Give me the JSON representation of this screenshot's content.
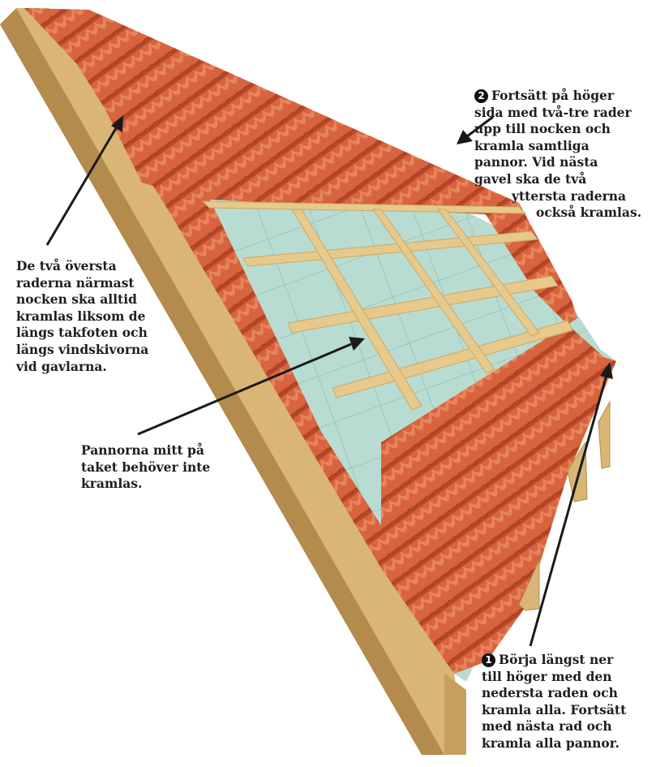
{
  "colors": {
    "tile": "#d7643e",
    "tile_dark": "#b9492a",
    "tile_light": "#e8845c",
    "batten": "#e6c98b",
    "batten_dark": "#c9a866",
    "underlay": "#b9dcd2",
    "wood_side": "#d9b676",
    "wood_dark": "#b38b4c",
    "arrow": "#1a1a1a"
  },
  "callouts": {
    "step2": {
      "number": "2",
      "lines": [
        "Fortsätt på höger",
        "sida med två-tre rader",
        "upp till nocken och",
        "kramla samtliga",
        "pannor. Vid nästa",
        "gavel ska de två",
        "yttersta raderna",
        "också kramlas."
      ]
    },
    "top_rows": {
      "lines": [
        "De två översta",
        "raderna närmast",
        "nocken ska alltid",
        "kramlas liksom de",
        "längs takfoten och",
        "längs vindskivorna",
        "vid gavlarna."
      ]
    },
    "middle": {
      "lines": [
        "Pannorna mitt på",
        "taket behöver inte",
        "kramlas."
      ]
    },
    "step1": {
      "number": "1",
      "lines": [
        "Börja längst ner",
        "till höger med den",
        "nedersta raden och",
        "kramla alla. Fortsätt",
        "med nästa rad och",
        "kramla alla pannor."
      ]
    }
  }
}
